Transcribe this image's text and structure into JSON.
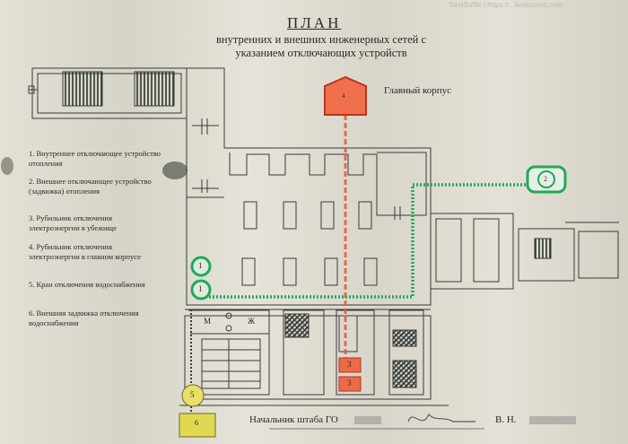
{
  "watermark": "StrelSuffle | https://...livejournal.com",
  "header": {
    "title": "ПЛАН",
    "subtitle_line1": "внутренних и внешних инженерных сетей с",
    "subtitle_line2": "указанием отключающих устройств"
  },
  "main_building_label": "Главный корпус",
  "legend": [
    "1. Внутреннее отключающее устройство отопления",
    "2. Внешнее отключающее устройство (задвижка) отопления",
    "3. Рубильник отключения электроэнергии в убежище",
    "4. Рубильник отключения электроэнергии в главном корпусе",
    "5. Кран отключения водоснабжения",
    "6. Внешняя задвижка отключения водоснабжения"
  ],
  "markers": {
    "m1a": "1",
    "m1b": "1",
    "m2": "2",
    "m3a": "3",
    "m3b": "3",
    "m4": "4",
    "m5": "5",
    "m6": "6"
  },
  "rooms": {
    "m": "М",
    "zh": "Ж"
  },
  "footer": {
    "position": "Начальник штаба ГО",
    "initials": "В. Н."
  },
  "colors": {
    "heating": "#1fa95a",
    "electric": "#e8553a",
    "water": "#e0d84a",
    "line": "#3a3a38"
  }
}
